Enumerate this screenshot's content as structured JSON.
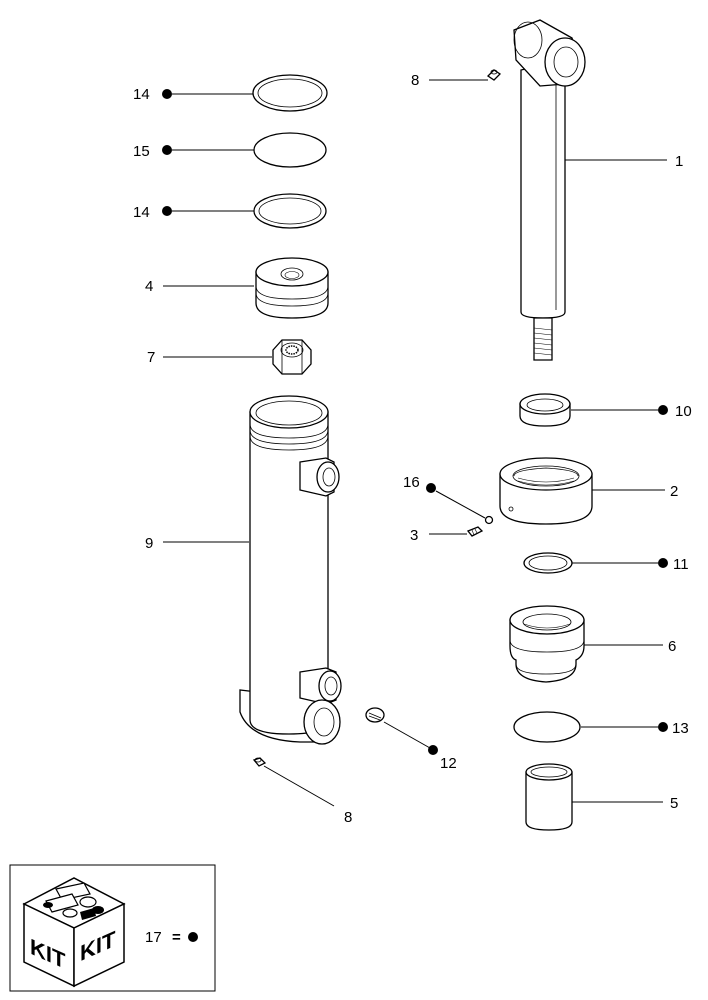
{
  "callouts": {
    "c1": "1",
    "c2": "2",
    "c3": "3",
    "c4": "4",
    "c5": "5",
    "c6": "6",
    "c7": "7",
    "c8a": "8",
    "c8b": "8",
    "c9": "9",
    "c10": "10",
    "c11": "11",
    "c12": "12",
    "c13": "13",
    "c14a": "14",
    "c14b": "14",
    "c15": "15",
    "c16": "16"
  },
  "kit": {
    "face_text_left": "KIT",
    "face_text_right": "KIT",
    "legend_number": "17",
    "legend_equals": "="
  },
  "colors": {
    "ink": "#000000",
    "paper": "#ffffff"
  }
}
